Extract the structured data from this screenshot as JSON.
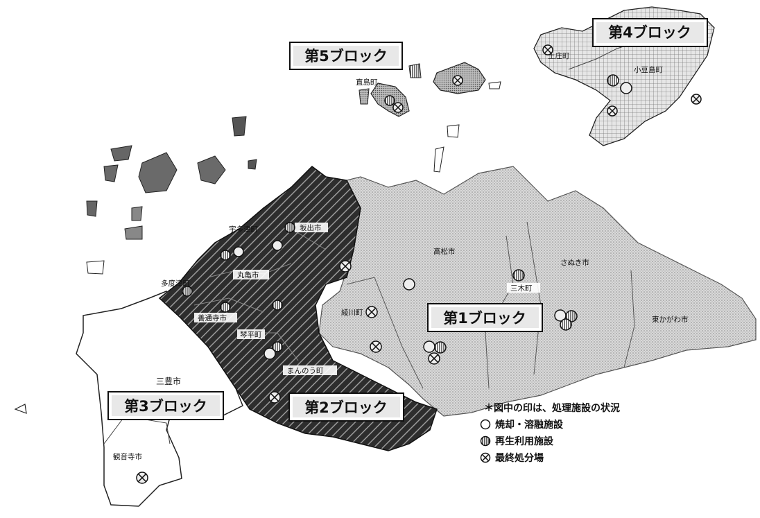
{
  "blocks": {
    "b1": "第1ブロック",
    "b2": "第2ブロック",
    "b3": "第3ブロック",
    "b4": "第4ブロック",
    "b5": "第5ブロック"
  },
  "municipalities": {
    "takamatsu": "高松市",
    "sakaide": "坂出市",
    "utazu": "宇多津町",
    "marugame": "丸亀市",
    "tadotsu": "多度津町",
    "zentsuji": "善通寺市",
    "kotohira": "琴平町",
    "manno": "まんのう町",
    "ayagawa": "綾川町",
    "miki": "三木町",
    "sanuki": "さぬき市",
    "higashikagawa": "東かがわ市",
    "mitoyo": "三豊市",
    "kanonji": "観音寺市",
    "naoshima": "直島町",
    "tonosho": "土庄町",
    "shodoshima": "小豆島町"
  },
  "legend": {
    "title": "＊図中の印は、処理施設の状況",
    "items": [
      {
        "label": "焼却・溶融施設",
        "icon": "incinerator-symbol"
      },
      {
        "label": "再生利用施設",
        "icon": "recycling-symbol"
      },
      {
        "label": "最終処分場",
        "icon": "landfill-symbol"
      }
    ]
  },
  "colors": {
    "block1": "#cfcfcf",
    "block2": "#4a4a4a",
    "block3": "#ffffff",
    "block4": "#dcdcdc",
    "block5": "#bdbdbd",
    "islands": "#6b6b6b"
  }
}
